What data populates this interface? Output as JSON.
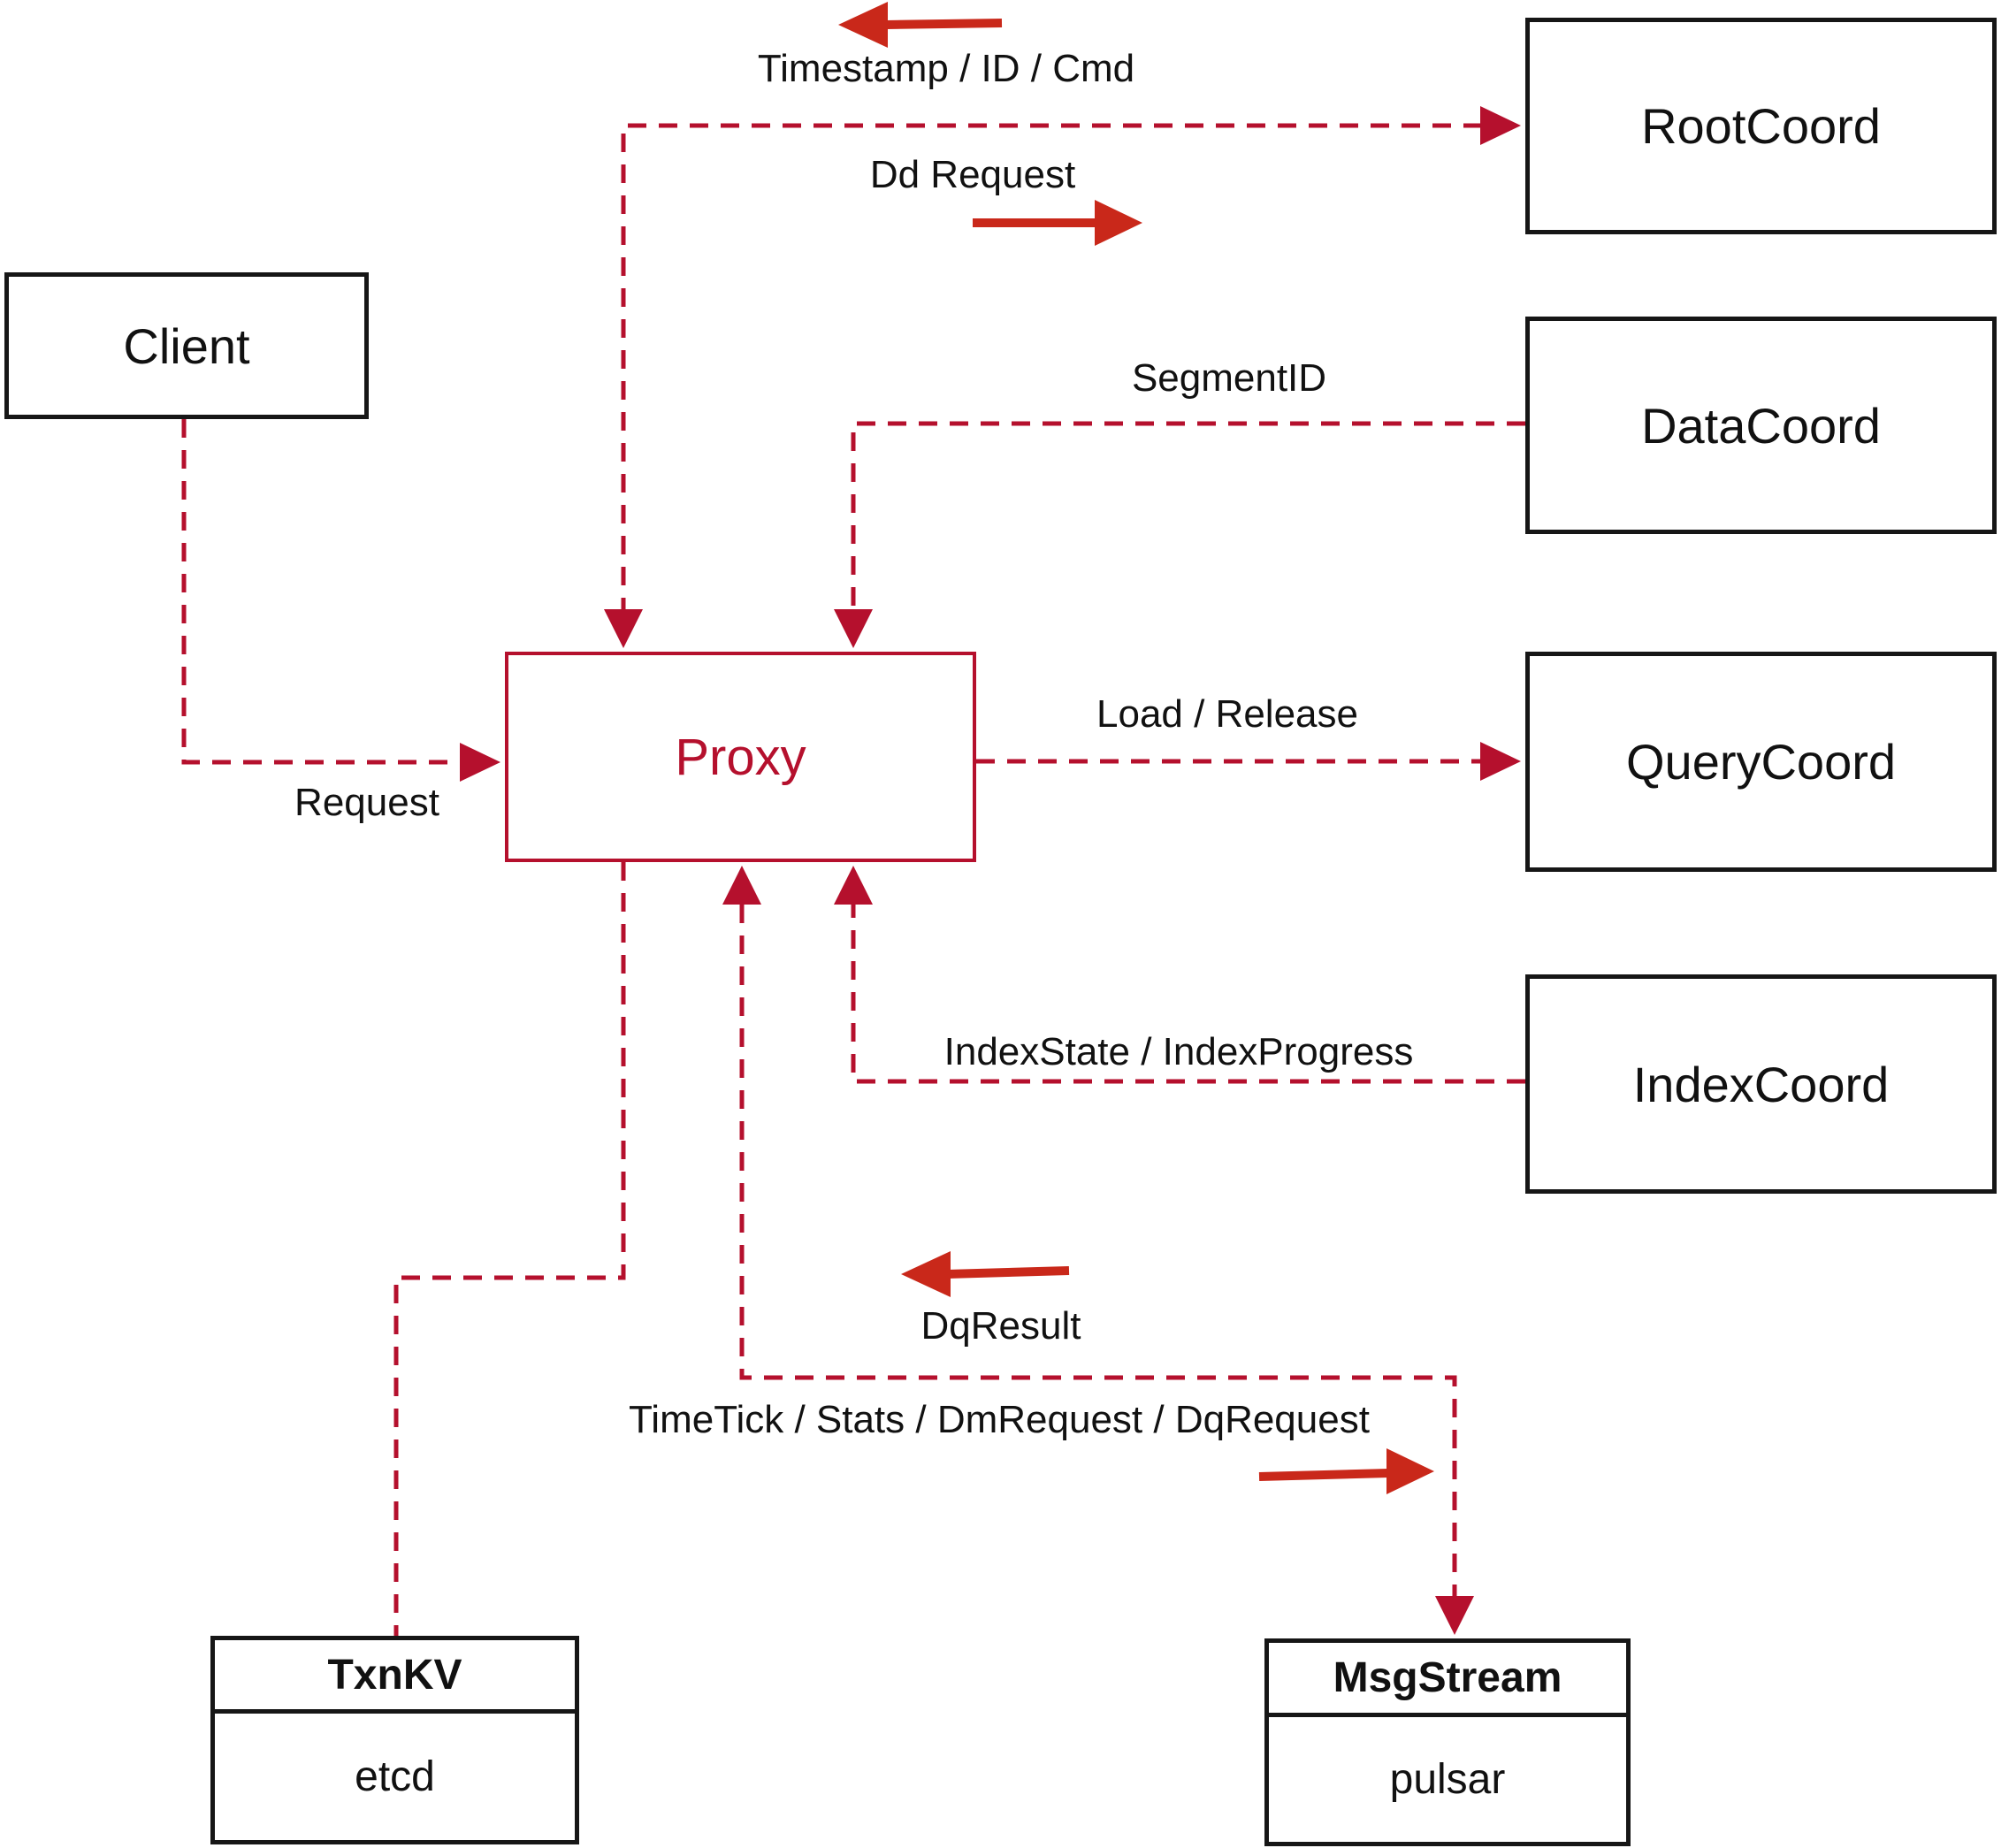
{
  "nodes": {
    "client": {
      "label": "Client"
    },
    "proxy": {
      "label": "Proxy"
    },
    "root_coord": {
      "label": "RootCoord"
    },
    "data_coord": {
      "label": "DataCoord"
    },
    "query_coord": {
      "label": "QueryCoord"
    },
    "index_coord": {
      "label": "IndexCoord"
    },
    "txn_kv": {
      "title": "TxnKV",
      "impl": "etcd"
    },
    "msg_stream": {
      "title": "MsgStream",
      "impl": "pulsar"
    }
  },
  "edges": {
    "proxy_rootcoord": {
      "label_return": "Timestamp / ID / Cmd",
      "label_send": "Dd Request"
    },
    "datacoord_proxy": {
      "label": "SegmentID"
    },
    "proxy_querycoord": {
      "label": "Load / Release"
    },
    "indexcoord_proxy": {
      "label": "IndexState / IndexProgress"
    },
    "client_proxy": {
      "label": "Request"
    },
    "proxy_msgstream": {
      "label_return": "DqResult",
      "label_send": "TimeTick / Stats / DmRequest / DqRequest"
    }
  },
  "colors": {
    "dashed_line": "#b5102d",
    "solid_arrow": "#c9281a",
    "box_border": "#161616",
    "text": "#111111",
    "background": "#ffffff"
  }
}
